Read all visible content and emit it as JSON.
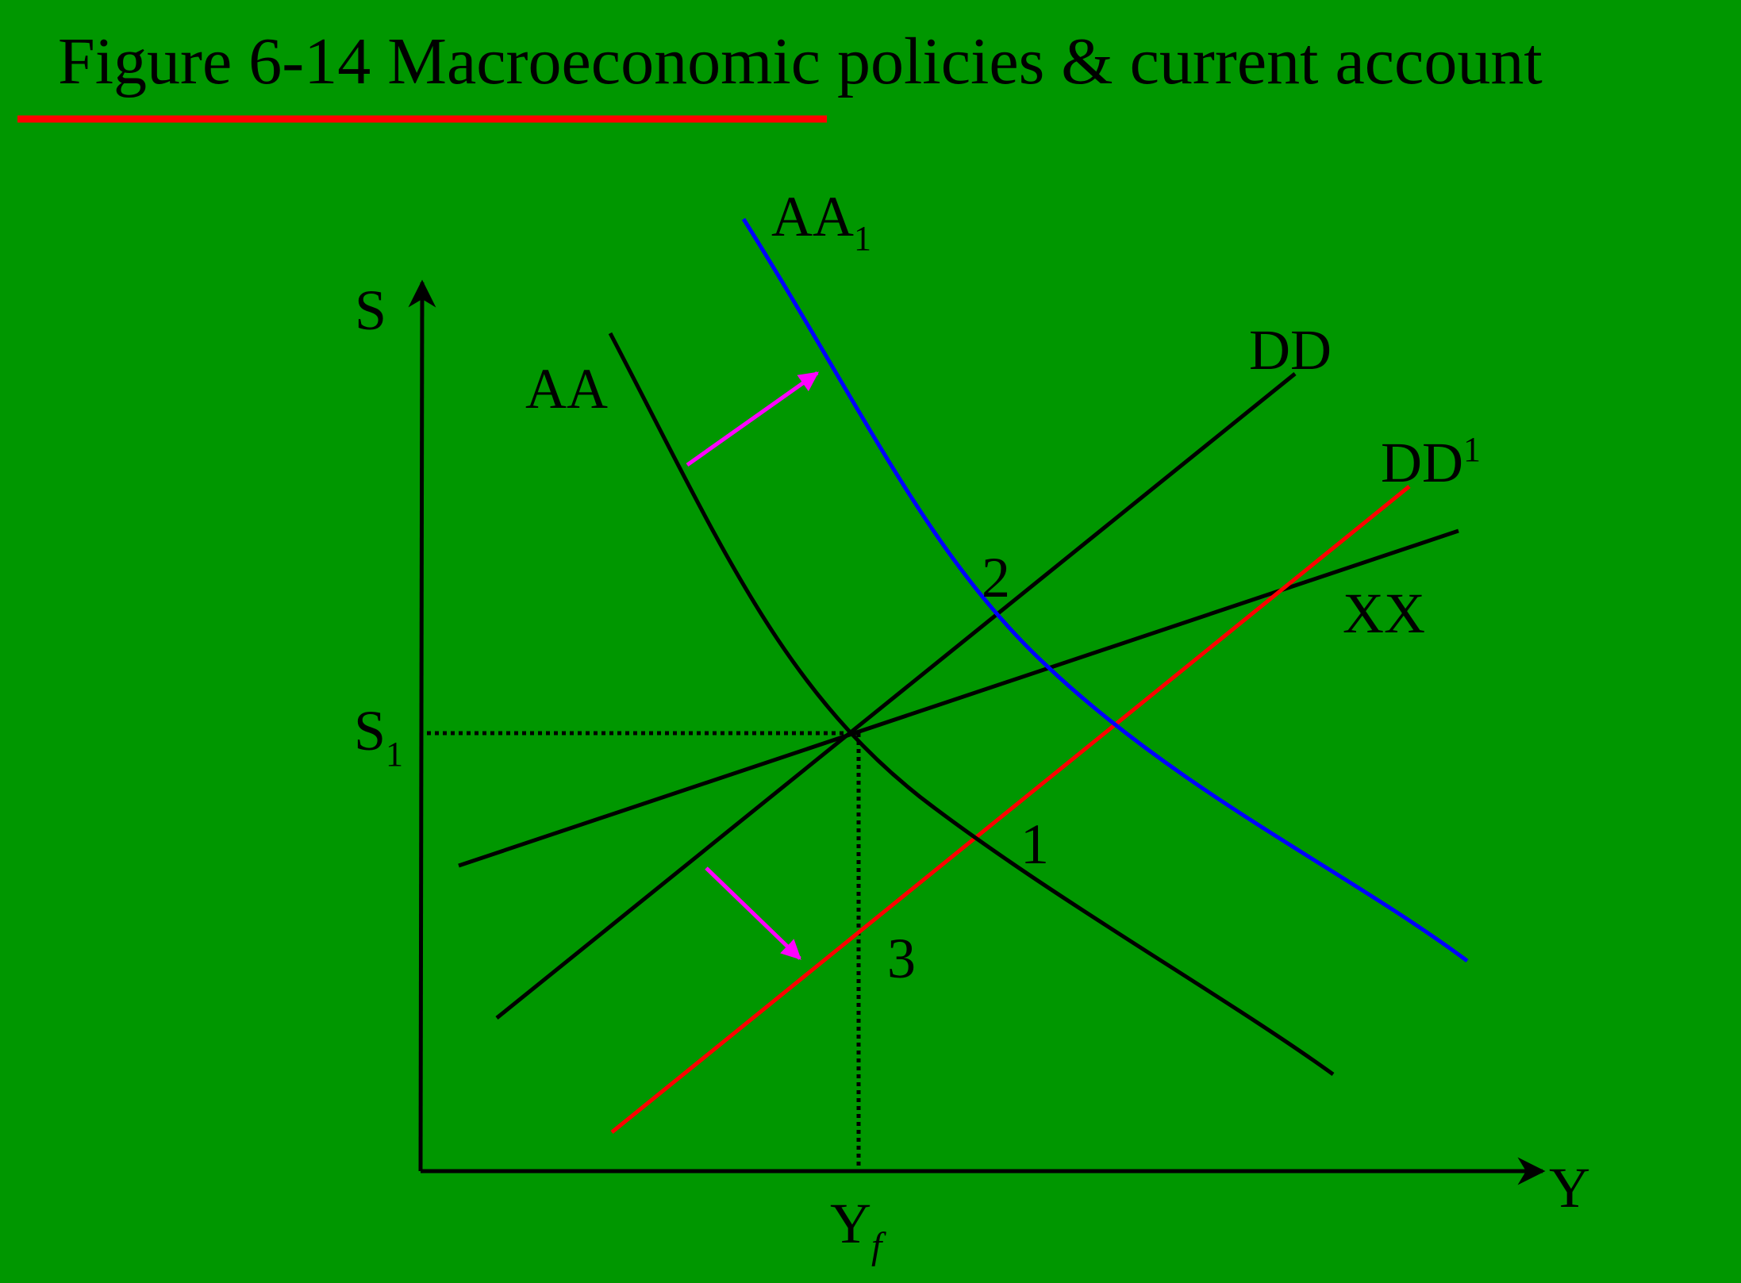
{
  "slide": {
    "title": "Figure 6-14 Macroeconomic policies & current account",
    "title_underline_color": "#ff0000",
    "background_color": "#009700"
  },
  "diagram": {
    "axes": {
      "y_label": "S",
      "x_label": "Y",
      "s1_label_base": "S",
      "s1_label_sub": "1",
      "yf_label_base": "Y",
      "yf_label_sub": "f"
    },
    "curves": {
      "aa": {
        "label": "AA",
        "color": "#000000"
      },
      "aa1": {
        "label_base": "AA",
        "label_sub": "1",
        "color": "#0000ff"
      },
      "dd": {
        "label": "DD",
        "color": "#000000"
      },
      "dd1": {
        "label_base": "DD",
        "label_sup": "1",
        "color": "#ff0000"
      },
      "xx": {
        "label": "XX",
        "color": "#000000"
      }
    },
    "points": {
      "p1": "1",
      "p2": "2",
      "p3": "3"
    },
    "arrow_color": "#ff00ff"
  }
}
